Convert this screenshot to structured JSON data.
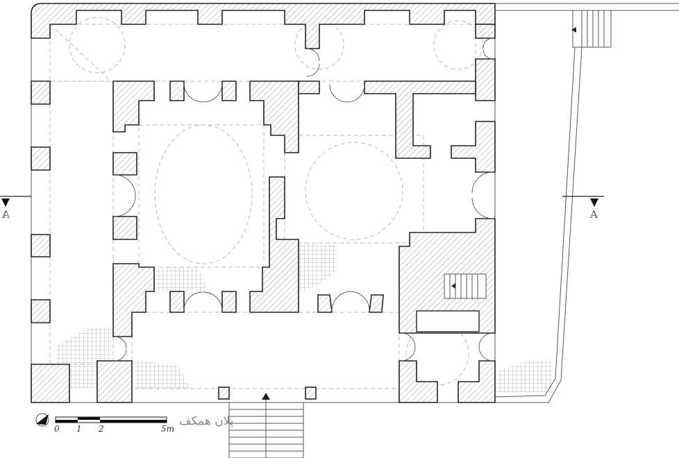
{
  "drawing": {
    "title": "پلان همکف",
    "scale_bar": {
      "labels": [
        "0",
        "1",
        "2",
        "5m"
      ],
      "unit": "m"
    },
    "section_marks": [
      {
        "label": "A",
        "side": "left"
      },
      {
        "label": "A",
        "side": "right"
      }
    ],
    "north_arrow": "north-arrow-icon"
  },
  "colors": {
    "line": "#222222",
    "hatch": "#888888",
    "dashed": "#bbbbbb"
  }
}
